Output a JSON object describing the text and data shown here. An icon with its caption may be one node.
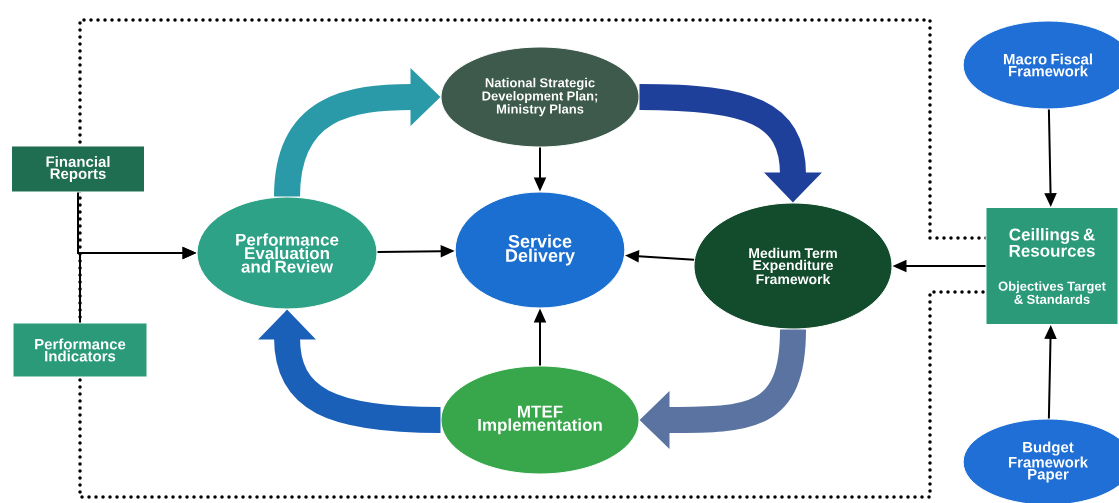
{
  "diagram": {
    "nodes": [
      {
        "text": [
          "Financial Reports"
        ]
      },
      {
        "text": [
          "Performance Indicators"
        ]
      },
      {
        "text": [
          "Performance Evaluation and Review"
        ]
      },
      {
        "text": [
          "National Strategic Development Plan; Ministry Plans"
        ]
      },
      {
        "text": [
          "Service Delivery"
        ]
      },
      {
        "text": [
          "Medium Term Expenditure Framework"
        ]
      },
      {
        "text": [
          "MTEF Implementation"
        ]
      },
      {
        "text": [
          "Macro Fiscal Framework"
        ]
      },
      {
        "text": [
          "Ceillings & Resources",
          "Objectives Target & Standards"
        ]
      },
      {
        "text": [
          "Budget Framework Paper"
        ]
      }
    ],
    "edges": [
      {
        "from": 0,
        "to": 2,
        "arrow": "to"
      },
      {
        "from": 1,
        "to": 2,
        "arrow": "to"
      },
      {
        "from": 2,
        "to": 4,
        "arrow": "to"
      },
      {
        "from": 3,
        "to": 4,
        "arrow": "to"
      },
      {
        "from": 5,
        "to": 4,
        "arrow": "to"
      },
      {
        "from": 6,
        "to": 4,
        "arrow": "to"
      },
      {
        "from": 7,
        "to": 8,
        "arrow": "to"
      },
      {
        "from": 9,
        "to": 8,
        "arrow": "to"
      },
      {
        "from": 8,
        "to": 5,
        "arrow": "to"
      },
      {
        "from": 2,
        "to": 3,
        "arrow": "to",
        "style": "thick",
        "color": "#2a9aa8"
      },
      {
        "from": 3,
        "to": 5,
        "arrow": "to",
        "style": "thick",
        "color": "#1e3f9a"
      },
      {
        "from": 5,
        "to": 6,
        "arrow": "to",
        "style": "thick",
        "color": "#5a73a0"
      },
      {
        "from": 6,
        "to": 2,
        "arrow": "to",
        "style": "thick",
        "color": "#1a5fb8"
      }
    ]
  }
}
